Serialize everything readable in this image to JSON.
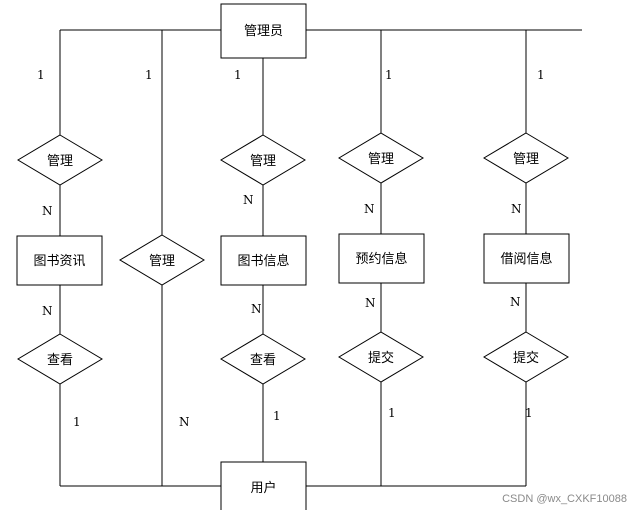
{
  "entities": {
    "admin": "管理员",
    "book_news": "图书资讯",
    "book_info": "图书信息",
    "reservation_info": "预约信息",
    "borrow_info": "借阅信息",
    "user": "用户"
  },
  "relations": {
    "manage_1": "管理",
    "manage_2": "管理",
    "manage_3": "管理",
    "manage_4": "管理",
    "manage_5": "管理",
    "view_1": "查看",
    "view_2": "查看",
    "submit_1": "提交",
    "submit_2": "提交"
  },
  "cardinalities": {
    "c1": "1",
    "c2": "1",
    "c3": "1",
    "c4": "1",
    "c5": "1",
    "c6": "N",
    "c7": "N",
    "c8": "N",
    "c9": "N",
    "c10": "N",
    "c11": "N",
    "c12": "N",
    "c13": "N",
    "c14": "N",
    "c15": "1",
    "c16": "1",
    "c17": "1",
    "c18": "1"
  },
  "watermark": "CSDN @wx_CXKF10088"
}
